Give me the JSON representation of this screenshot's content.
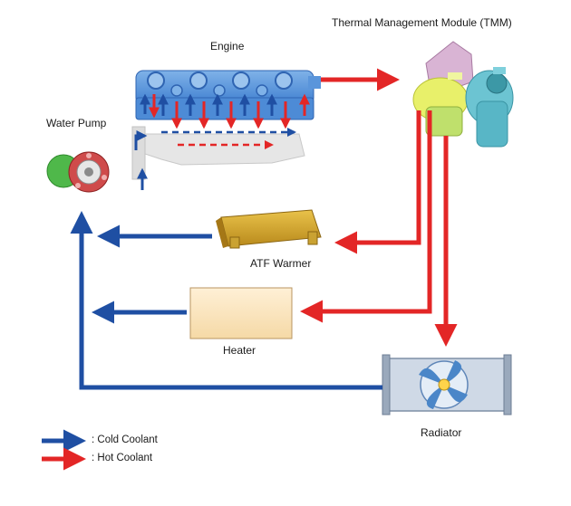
{
  "labels": {
    "engine": "Engine",
    "tmm": "Thermal Management Module (TMM)",
    "water_pump": "Water Pump",
    "atf_warmer": "ATF Warmer",
    "heater": "Heater",
    "radiator": "Radiator"
  },
  "legend": {
    "cold": ": Cold Coolant",
    "hot": ": Hot Coolant"
  },
  "colors": {
    "cold": "#1f4fa3",
    "hot": "#e32626"
  }
}
